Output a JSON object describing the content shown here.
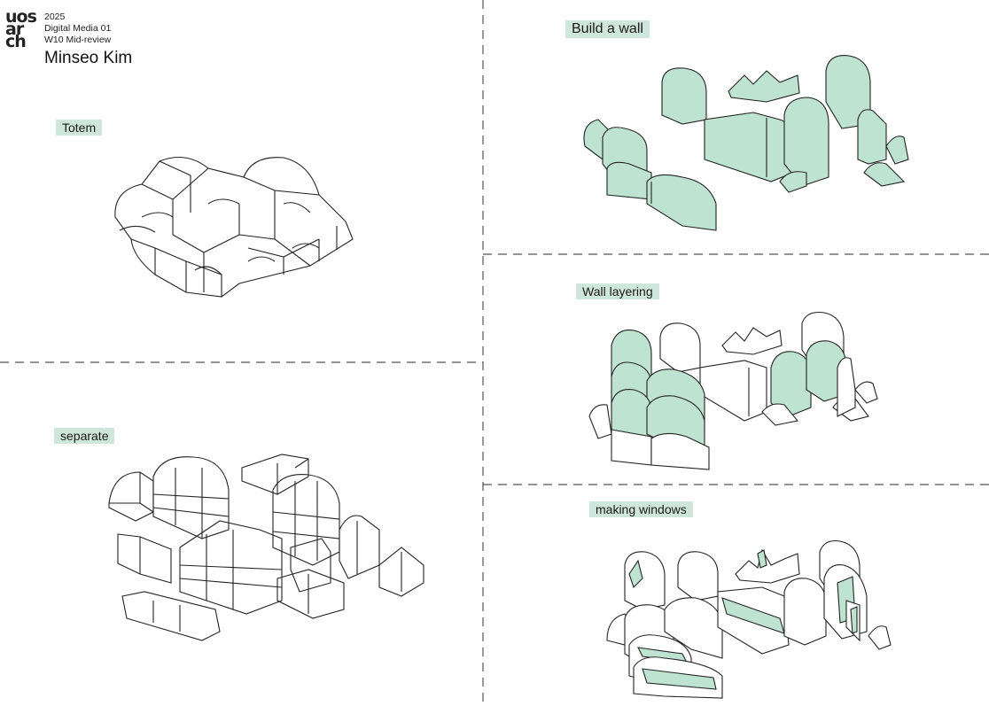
{
  "header": {
    "logo": "uos arch",
    "year": "2025",
    "course": "Digital Media 01",
    "review": "W10 Mid-review",
    "author": "Minseo Kim"
  },
  "panels": {
    "totem": "Totem",
    "separate": "separate",
    "build_wall": "Build a wall",
    "wall_layering": "Wall layering",
    "making_windows": "making windows"
  },
  "colors": {
    "accent": "#cfe6dc",
    "fill": "#bfe3d1",
    "line": "#222222"
  }
}
